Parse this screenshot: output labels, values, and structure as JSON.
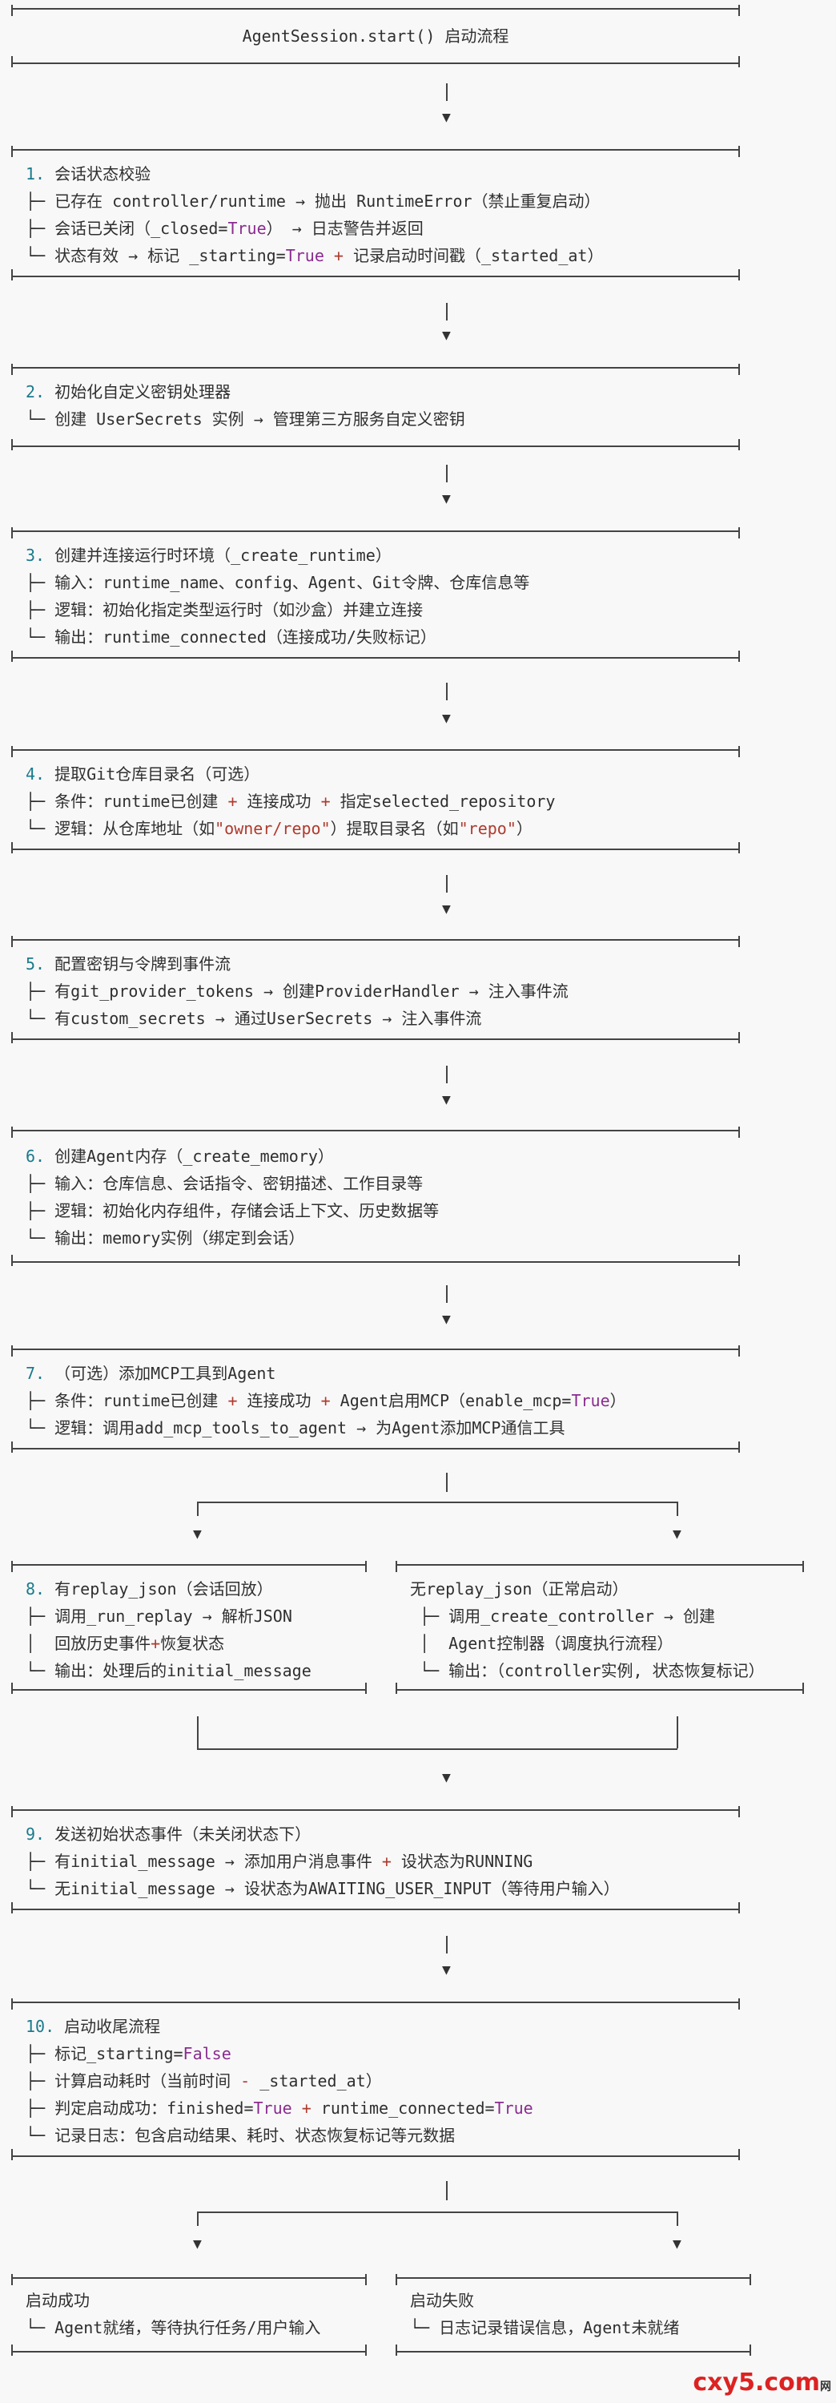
{
  "start": {
    "title": "AgentSession.start() 启动流程"
  },
  "step1": {
    "num": "1.",
    "title": "会话状态校验",
    "l1": "├─ 已存在 controller/runtime → 抛出 RuntimeError（禁止重复启动）",
    "l2a": "├─ 会话已关闭（_closed=",
    "l2kw": "True",
    "l2b": "） → 日志警告并返回",
    "l3a": "└─ 状态有效 → 标记 _starting=",
    "l3kw": "True",
    "l3op": " + ",
    "l3b": "记录启动时间戳（_started_at）"
  },
  "step2": {
    "num": "2.",
    "title": "初始化自定义密钥处理器",
    "l1": "└─ 创建 UserSecrets 实例 → 管理第三方服务自定义密钥"
  },
  "step3": {
    "num": "3.",
    "title": "创建并连接运行时环境（_create_runtime）",
    "l1": "├─ 输入：runtime_name、config、Agent、Git令牌、仓库信息等",
    "l2": "├─ 逻辑：初始化指定类型运行时（如沙盒）并建立连接",
    "l3": "└─ 输出：runtime_connected（连接成功/失败标记）"
  },
  "step4": {
    "num": "4.",
    "title": "提取Git仓库目录名（可选）",
    "l1a": "├─ 条件：runtime已创建 ",
    "l1op1": "+",
    "l1b": " 连接成功 ",
    "l1op2": "+",
    "l1c": " 指定selected_repository",
    "l2a": "└─ 逻辑：从仓库地址（如",
    "l2s1": "\"owner/repo\"",
    "l2b": "）提取目录名（如",
    "l2s2": "\"repo\"",
    "l2c": "）"
  },
  "step5": {
    "num": "5.",
    "title": "配置密钥与令牌到事件流",
    "l1": "├─ 有git_provider_tokens → 创建ProviderHandler → 注入事件流",
    "l2": "└─ 有custom_secrets → 通过UserSecrets → 注入事件流"
  },
  "step6": {
    "num": "6.",
    "title": "创建Agent内存（_create_memory）",
    "l1": "├─ 输入：仓库信息、会话指令、密钥描述、工作目录等",
    "l2": "├─ 逻辑：初始化内存组件，存储会话上下文、历史数据等",
    "l3": "└─ 输出：memory实例（绑定到会话）"
  },
  "step7": {
    "num": "7.",
    "title": "（可选）添加MCP工具到Agent",
    "l1a": "├─ 条件：runtime已创建 ",
    "l1op1": "+",
    "l1b": " 连接成功 ",
    "l1op2": "+",
    "l1c": " Agent启用MCP（enable_mcp=",
    "l1kw": "True",
    "l1d": "）",
    "l2": "└─ 逻辑：调用add_mcp_tools_to_agent → 为Agent添加MCP通信工具"
  },
  "step8": {
    "num": "8.",
    "title": "有replay_json（会话回放）",
    "l1": "├─ 调用_run_replay → 解析JSON",
    "l2a": "│  回放历史事件",
    "l2op": "+",
    "l2b": "恢复状态",
    "l3": "└─ 输出：处理后的initial_message"
  },
  "step8b": {
    "title": "无replay_json（正常启动）",
    "l1": "├─ 调用_create_controller → 创建",
    "l2": "│  Agent控制器（调度执行流程）",
    "l3": "└─ 输出：（controller实例, 状态恢复标记）"
  },
  "step9": {
    "num": "9.",
    "title": "发送初始状态事件（未关闭状态下）",
    "l1a": "├─ 有initial_message → 添加用户消息事件 ",
    "l1op": "+",
    "l1b": " 设状态为RUNNING",
    "l2": "└─ 无initial_message → 设状态为AWAITING_USER_INPUT（等待用户输入）"
  },
  "step10": {
    "num": "10.",
    "title": "启动收尾流程",
    "l1a": "├─ 标记_starting=",
    "l1kw": "False",
    "l2a": "├─ 计算启动耗时（当前时间 ",
    "l2op": "-",
    "l2b": " _started_at）",
    "l3a": "├─ 判定启动成功：finished=",
    "l3kw1": "True",
    "l3op": " + ",
    "l3b": "runtime_connected=",
    "l3kw2": "True",
    "l4": "└─ 记录日志：包含启动结果、耗时、状态恢复标记等元数据"
  },
  "success": {
    "title": "启动成功",
    "l1": "└─ Agent就绪，等待执行任务/用户输入"
  },
  "failure": {
    "title": "启动失败",
    "l1": "└─ 日志记录错误信息，Agent未就绪"
  },
  "watermark": {
    "main": "cxy5.com",
    "sub": "网"
  },
  "arrow_glyph": "▼",
  "colors": {
    "number": "#1a7a8c",
    "keyword": "#8a2c8f",
    "string": "#b03a2e",
    "border": "#444444"
  }
}
